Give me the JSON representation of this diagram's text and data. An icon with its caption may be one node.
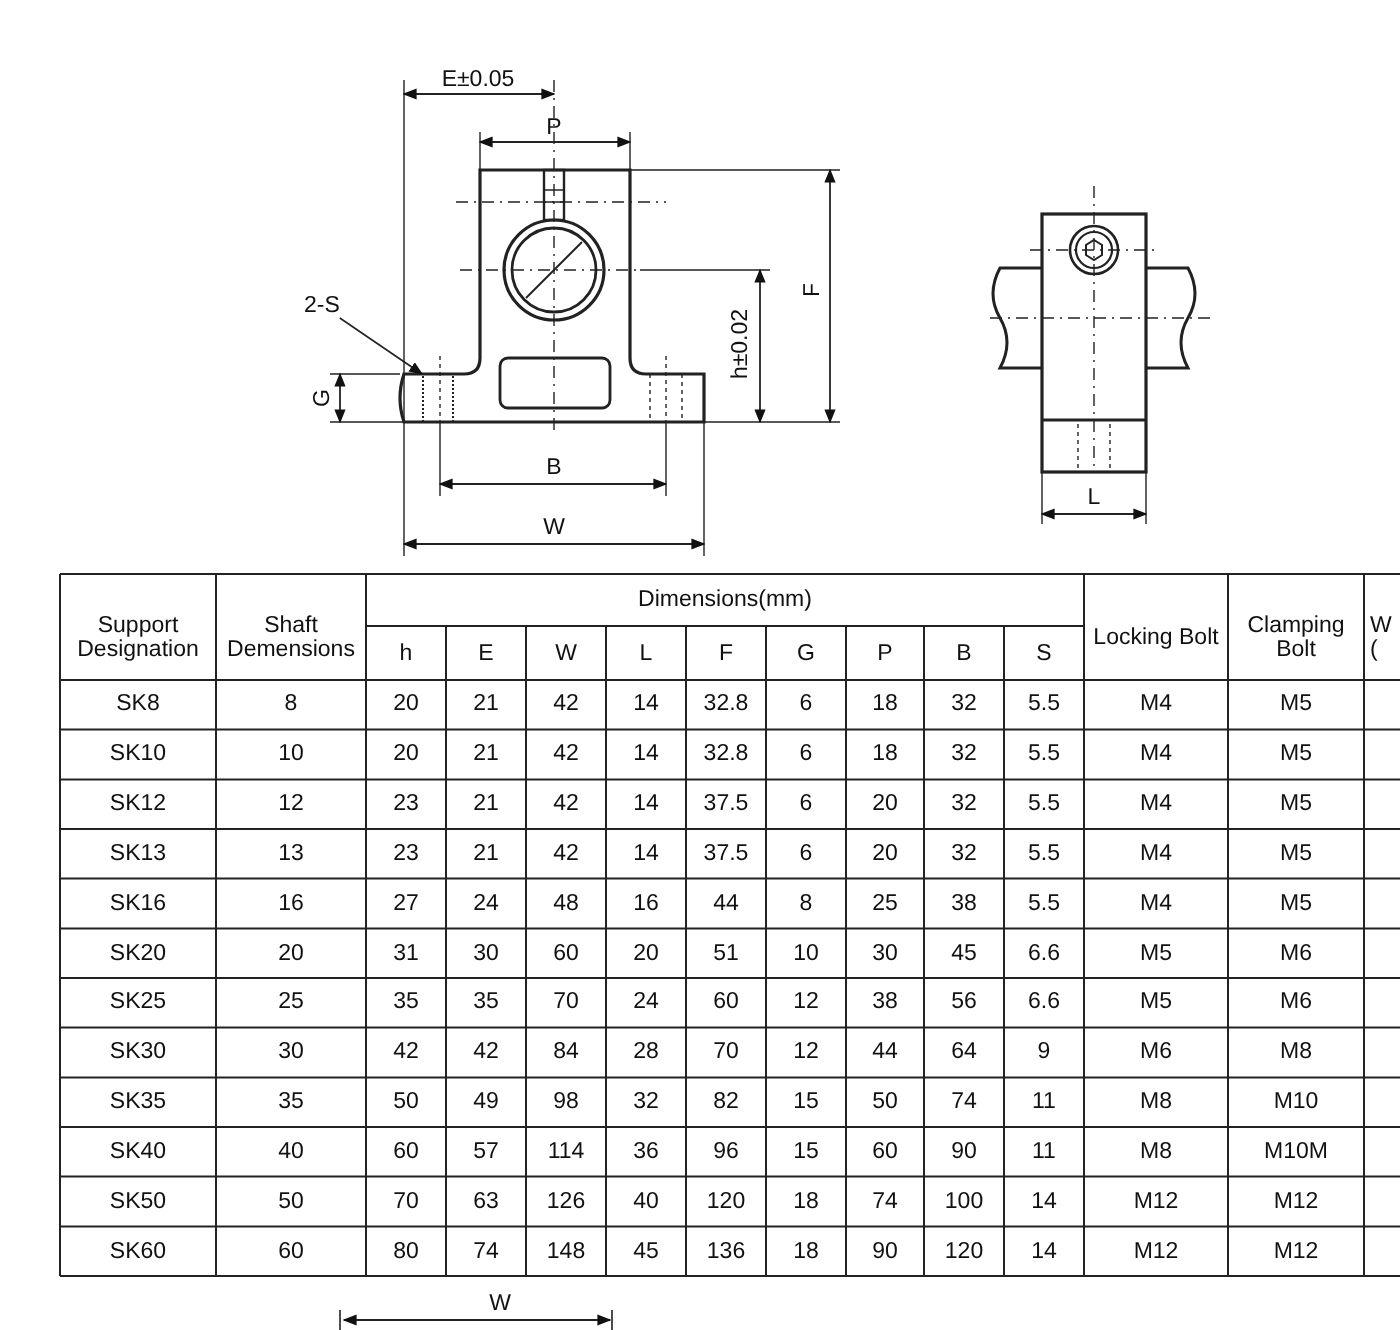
{
  "diagram": {
    "nodes": [
      {
        "text": [
          "2-S"
        ]
      },
      {
        "text": [],
        "shape": "box"
      }
    ],
    "edges": [
      {
        "from": 0,
        "to": 1,
        "arrow": "to"
      }
    ],
    "labels": [
      "E±0.05",
      "P",
      "F",
      "h±0.02",
      "G",
      "B",
      "W",
      "L",
      "Support Designation",
      "Shaft Demensions",
      "Dimensions(mm)",
      "h",
      "E",
      "W",
      "L",
      "F",
      "G",
      "P",
      "B",
      "S",
      "Locking Bolt",
      "Clamping Bolt",
      "W (",
      "SK8",
      "8",
      "20",
      "21",
      "42",
      "14",
      "32.8",
      "6",
      "18",
      "32",
      "5.5",
      "M4",
      "M5",
      "SK10",
      "10",
      "20",
      "21",
      "42",
      "14",
      "32.8",
      "6",
      "18",
      "32",
      "5.5",
      "M4",
      "M5",
      "SK12",
      "12",
      "23",
      "21",
      "42",
      "14",
      "37.5",
      "6",
      "20",
      "32",
      "5.5",
      "M4",
      "M5",
      "SK13",
      "13",
      "23",
      "21",
      "42",
      "14",
      "37.5",
      "6",
      "20",
      "32",
      "5.5",
      "M4",
      "M5",
      "SK16",
      "16",
      "27",
      "24",
      "48",
      "16",
      "44",
      "8",
      "25",
      "38",
      "5.5",
      "M4",
      "M5",
      "SK20",
      "20",
      "31",
      "30",
      "60",
      "20",
      "51",
      "10",
      "30",
      "45",
      "6.6",
      "M5",
      "M6",
      "SK25",
      "25",
      "35",
      "35",
      "70",
      "24",
      "60",
      "12",
      "38",
      "56",
      "6.6",
      "M5",
      "M6",
      "SK30",
      "30",
      "42",
      "42",
      "84",
      "28",
      "70",
      "12",
      "44",
      "64",
      "9",
      "M6",
      "M8",
      "SK35",
      "35",
      "50",
      "49",
      "98",
      "32",
      "82",
      "15",
      "50",
      "74",
      "11",
      "M8",
      "M10",
      "SK40",
      "40",
      "60",
      "57",
      "114",
      "36",
      "96",
      "15",
      "60",
      "90",
      "11",
      "M8",
      "M10M",
      "SK50",
      "50",
      "70",
      "63",
      "126",
      "40",
      "120",
      "18",
      "74",
      "100",
      "14",
      "M12",
      "M12",
      "SK60",
      "60",
      "80",
      "74",
      "148",
      "45",
      "136",
      "18",
      "90",
      "120",
      "14",
      "M12",
      "M12",
      "W"
    ]
  }
}
